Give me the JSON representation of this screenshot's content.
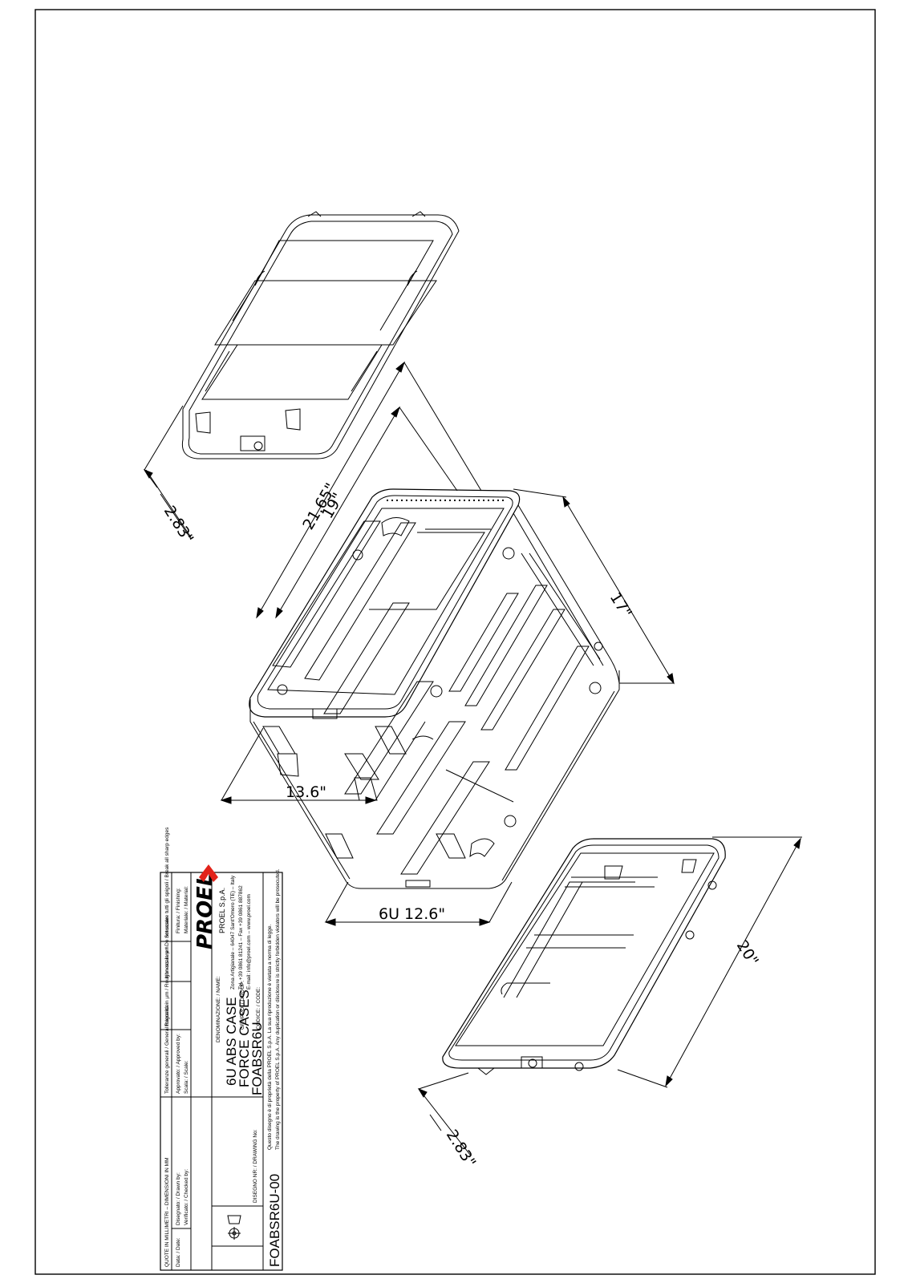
{
  "drawing": {
    "dimensions": {
      "lid_top_depth": "2.83\"",
      "outer_length": "21.65\"",
      "rack_length": "19\"",
      "side_length": "17\"",
      "front_depth": "13.6\"",
      "height": "6U 12.6\"",
      "lid_bottom_length": "20\"",
      "lid_bottom_depth": "2.83\""
    }
  },
  "title_block": {
    "notes": {
      "sharp_edges": "Smussare tutti gli spigoli / Break all sharp edges",
      "not_scaled": "Non scalare / Do not scale",
      "roughness": "Rugosità in µm / Roughness in µm",
      "tolerance": "Tolleranze generali / General tolerance",
      "units": "QUOTE IN MILLIMETRI – DIMENSIONI IN MM"
    },
    "rows": {
      "finish": "Finitura: / Finishing:",
      "material": "Materiale: / Material:",
      "drawn_by": "Disegnato: / Drawn by:",
      "checked_by": "Verificato: / Checked by:",
      "approved_by": "Approvato: / Approved by:",
      "scale": "Scala: / Scale:",
      "date": "Data: / Date:"
    },
    "company": {
      "logo": "PROEL",
      "name": "PROEL S.p.A.",
      "address": "Zona Artigianale – 64047 Sant'Omero (TE) – Italy",
      "phone": "Tel. +39 0861 81241 – Fax +39 0861 887862",
      "email": "E-mail: info@proel.com – www.proel.com"
    },
    "labels": {
      "name_label": "DENOMINAZIONE: / NAME:",
      "group_label": "GRUPPO: / GROUP:",
      "code_label": "CODICE: / CODE:",
      "drawing_no_label": "DISEGNO NR: / DRAWING No:"
    },
    "values": {
      "name": "6U ABS CASE",
      "group": "FORCE CASES",
      "code": "FOABSR6U",
      "drawing_no": "FOABSR6U-00"
    },
    "disclaimer": {
      "it": "Questo disegno è di proprietà della PROEL S.p.A. La sua riproduzione è vietata a norma di legge.",
      "en": "The drawing is the property of PROEL S.p.A. Any duplication or disclosure is strictly forbidden violators will be prosecuted."
    },
    "projection_symbol": "first-angle-projection-icon"
  },
  "colors": {
    "line": "#000000",
    "logo_red": "#e2231a",
    "background": "#ffffff"
  }
}
